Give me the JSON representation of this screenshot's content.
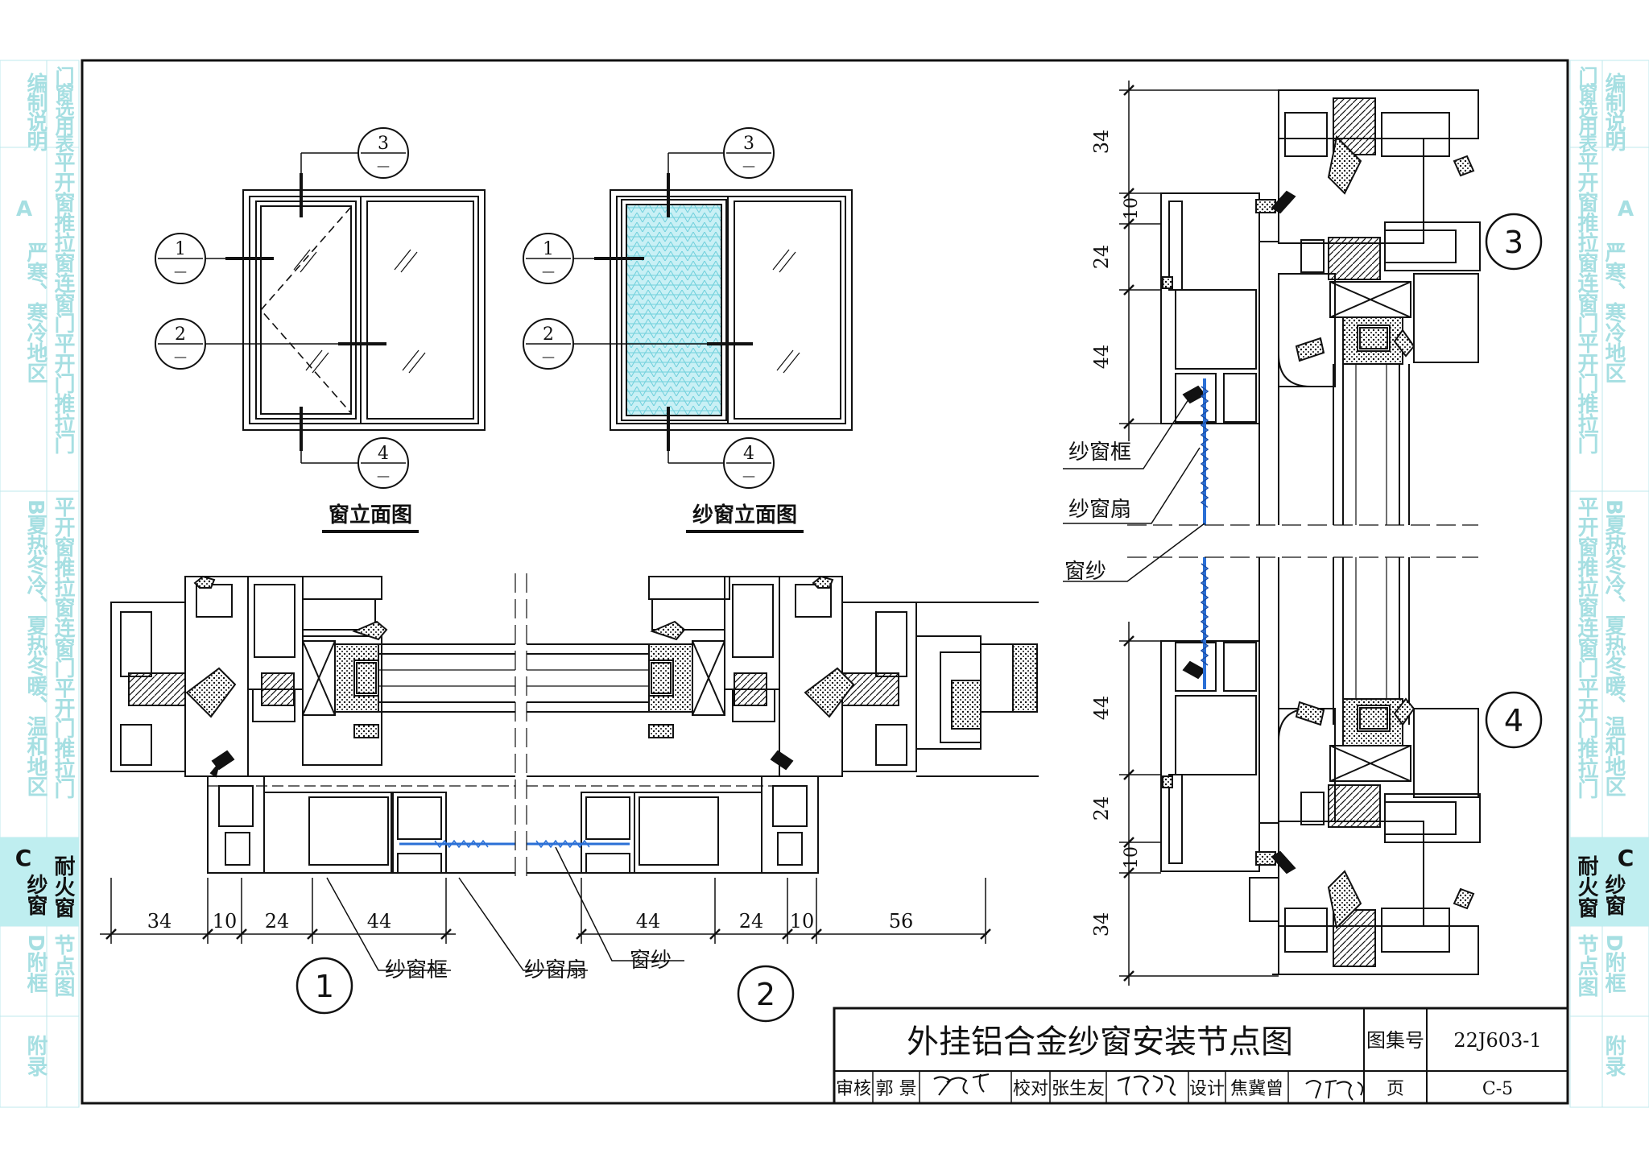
{
  "side_tabs": {
    "left": [
      {
        "text": "编制说明"
      },
      {
        "text": "A"
      },
      {
        "text": "严寒、寒冷地区"
      },
      {
        "text": "B夏热冬冷、夏热冬暖、温和地区"
      },
      {
        "text": "C"
      },
      {
        "text": "纱窗"
      },
      {
        "text": "D附框"
      },
      {
        "text": "附录"
      }
    ],
    "left_inner": [
      {
        "text": "门窗选用表"
      },
      {
        "text": "平开窗推拉窗连窗门平开门推拉门"
      },
      {
        "text": "平开窗推拉窗连窗门平开门推拉门"
      },
      {
        "text": "耐火窗"
      },
      {
        "text": "节点图"
      }
    ],
    "right": [
      {
        "text": "门窗选用表"
      },
      {
        "text": "平开窗推拉窗连窗门平开门推拉门"
      },
      {
        "text": "平开窗推拉窗连窗门平开门推拉门"
      },
      {
        "text": "耐火窗"
      },
      {
        "text": "节点图"
      }
    ],
    "right_inner": [
      {
        "text": "编制说明"
      },
      {
        "text": "A"
      },
      {
        "text": "严寒、寒冷地区"
      },
      {
        "text": "B夏热冬冷、夏热冬暖、温和地区"
      },
      {
        "text": "C"
      },
      {
        "text": "纱窗"
      },
      {
        "text": "D附框"
      },
      {
        "text": "附录"
      }
    ],
    "active_color": "#bfeef0",
    "tab_text_color": "#a6dfe2"
  },
  "elevations": {
    "window_title": "窗立面图",
    "screen_title": "纱窗立面图",
    "callouts": [
      "1",
      "2",
      "3",
      "4"
    ],
    "callout_sub": "—"
  },
  "plan_details": {
    "dims_left": [
      "34",
      "10",
      "24",
      "44"
    ],
    "dims_right": [
      "44",
      "24",
      "10",
      "56"
    ],
    "label_frame": "纱窗框",
    "label_sash": "纱窗扇",
    "label_mesh": "窗纱",
    "detail_1": "1",
    "detail_2": "2"
  },
  "section_details": {
    "dims_top": [
      "34",
      "10",
      "24",
      "44"
    ],
    "dims_bottom": [
      "44",
      "24",
      "10",
      "34"
    ],
    "label_frame": "纱窗框",
    "label_sash": "纱窗扇",
    "label_mesh": "窗纱",
    "detail_3": "3",
    "detail_4": "4"
  },
  "title_block": {
    "title": "外挂铝合金纱窗安装节点图",
    "atlas_label": "图集号",
    "atlas_no": "22J603-1",
    "review_label": "审核",
    "reviewer": "郭 景",
    "check_label": "校对",
    "checker": "张生友",
    "design_label": "设计",
    "designer": "焦冀曾",
    "page_label": "页",
    "page_no": "C-5"
  },
  "colors": {
    "line": "#111111",
    "mesh_blue": "#2a6fd6",
    "mesh_fill": "#c9f0f5",
    "tab_active": "#bfeef0"
  }
}
